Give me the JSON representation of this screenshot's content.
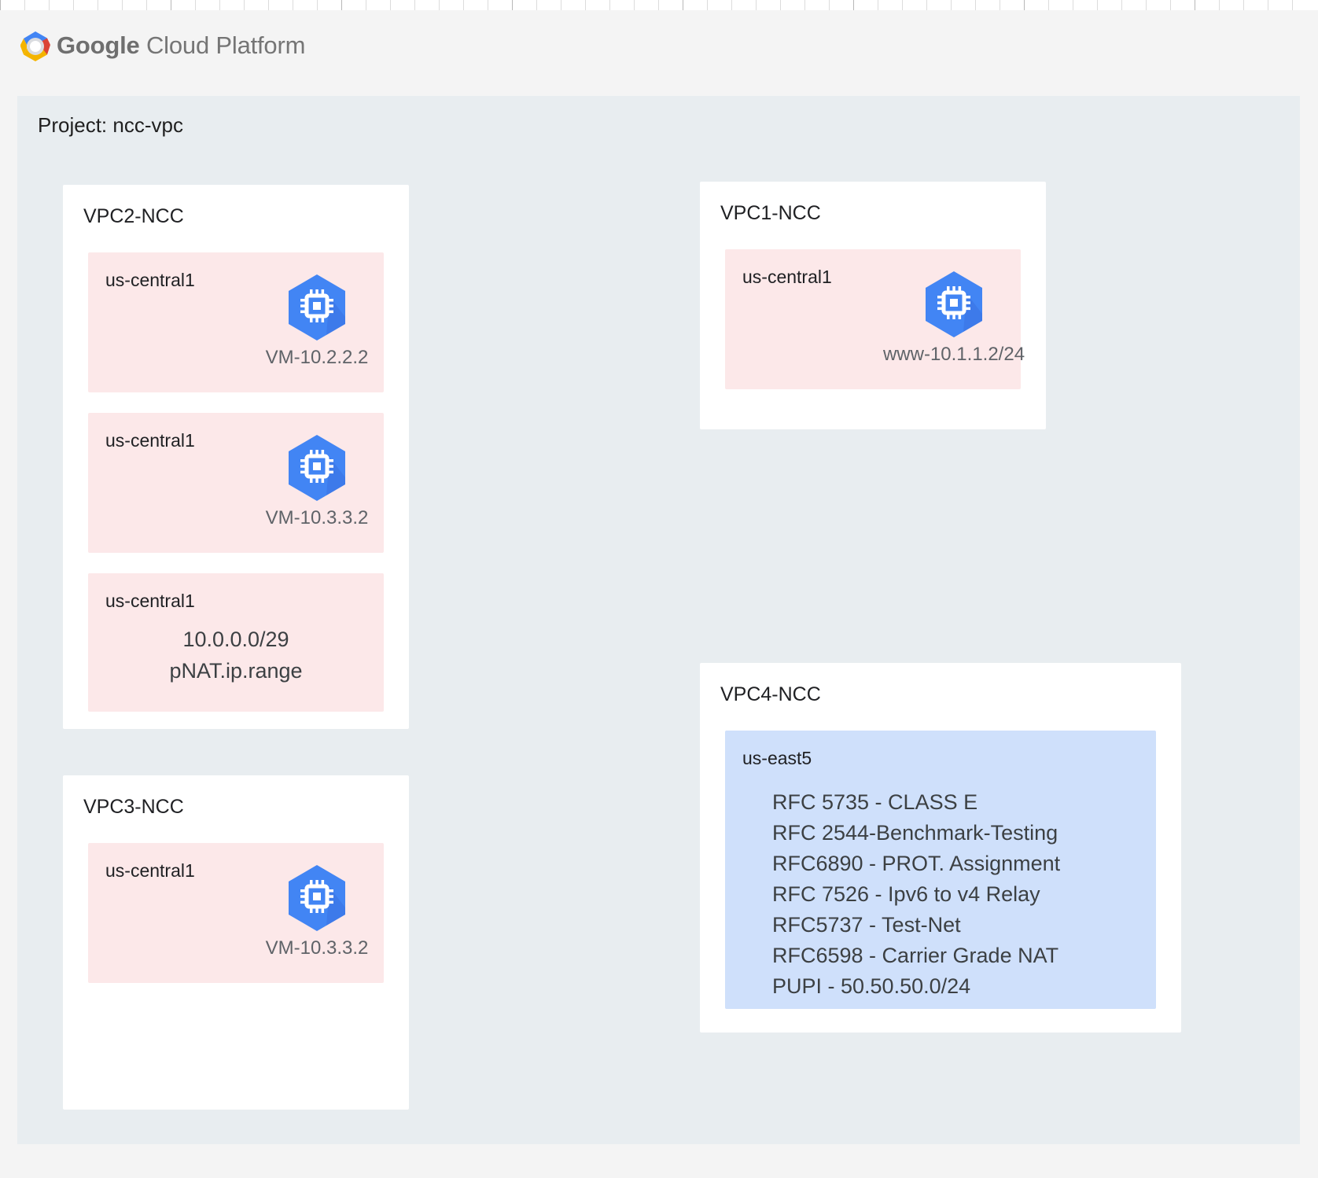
{
  "header": {
    "logo_icon": "google-cloud-platform-logo",
    "brand_bold": "Google",
    "brand_light": " Cloud Platform"
  },
  "ruler": {
    "tick_count": 54,
    "tick_spacing": 31,
    "major_every": 7
  },
  "project": {
    "title": "Project: ncc-vpc"
  },
  "colors": {
    "page_background": "#f4f4f4",
    "project_panel": "#e8edf0",
    "card": "#ffffff",
    "region_pink": "#fce8e9",
    "region_blue": "#cfe0fb",
    "vm_hexagon": "#4285f4",
    "vm_hexagon_shadow": "#3367d6",
    "title_text": "#202124",
    "body_text": "#3c4043",
    "muted_text": "#5f6368"
  },
  "vpcs": [
    {
      "name": "VPC2-NCC",
      "regions": [
        {
          "label": "us-central1",
          "tone": "pink",
          "node": {
            "icon": "vm-instance-icon",
            "label": "VM-10.2.2.2"
          }
        },
        {
          "label": "us-central1",
          "tone": "pink",
          "node": {
            "icon": "vm-instance-icon",
            "label": "VM-10.3.3.2"
          }
        },
        {
          "label": "us-central1",
          "tone": "pink",
          "text_lines": [
            "10.0.0.0/29",
            "pNAT.ip.range"
          ]
        }
      ]
    },
    {
      "name": "VPC3-NCC",
      "regions": [
        {
          "label": "us-central1",
          "tone": "pink",
          "node": {
            "icon": "vm-instance-icon",
            "label": "VM-10.3.3.2"
          }
        }
      ]
    },
    {
      "name": "VPC1-NCC",
      "regions": [
        {
          "label": "us-central1",
          "tone": "pink",
          "node": {
            "icon": "vm-instance-icon",
            "label": "www-10.1.1.2/24"
          }
        }
      ]
    },
    {
      "name": "VPC4-NCC",
      "regions": [
        {
          "label": "us-east5",
          "tone": "blue",
          "rfc_lines": [
            "RFC 5735 - CLASS E",
            "RFC 2544-Benchmark-Testing",
            "RFC6890 - PROT. Assignment",
            "RFC 7526 - Ipv6 to v4 Relay",
            "RFC5737 - Test-Net",
            "RFC6598 - Carrier Grade NAT",
            "PUPI - 50.50.50.0/24"
          ]
        }
      ]
    }
  ]
}
